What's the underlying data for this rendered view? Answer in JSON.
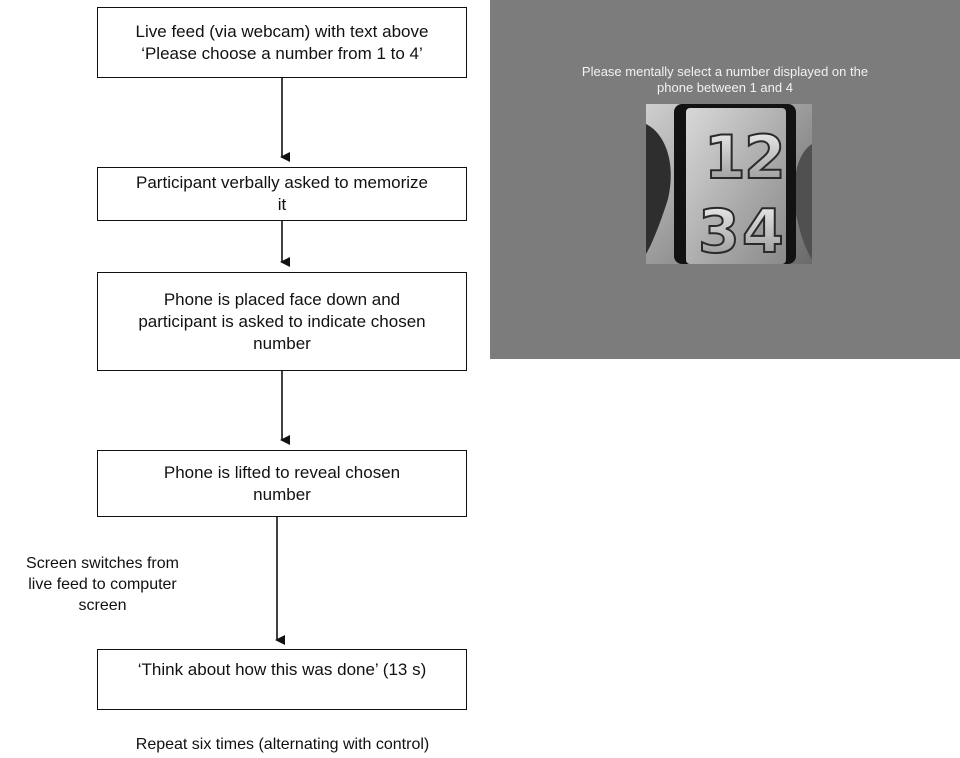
{
  "flowchart": {
    "steps": [
      {
        "line1": "Live feed (via webcam) with text above",
        "line2": "‘Please choose a number from 1 to 4’",
        "line3": ""
      },
      {
        "line1": "Participant verbally asked to memorize",
        "line2": "it",
        "line3": ""
      },
      {
        "line1": "Phone is placed face down and",
        "line2": "participant is asked to indicate chosen",
        "line3": "number"
      },
      {
        "line1": "Phone is lifted to reveal chosen",
        "line2": "number",
        "line3": ""
      },
      {
        "line1": "‘Think about how this was done’ (13 s)",
        "line2": "",
        "line3": ""
      }
    ],
    "side_note": {
      "line1": "Screen switches from",
      "line2": "live feed to computer",
      "line3": "screen"
    },
    "footer": "Repeat six times (alternating with control)"
  },
  "stimulus_panel": {
    "caption_line1": "Please mentally select a number displayed on the",
    "caption_line2": "phone between 1 and 4",
    "phone_numbers": [
      "1",
      "2",
      "3",
      "4"
    ],
    "background_color": "#7c7c7c"
  }
}
